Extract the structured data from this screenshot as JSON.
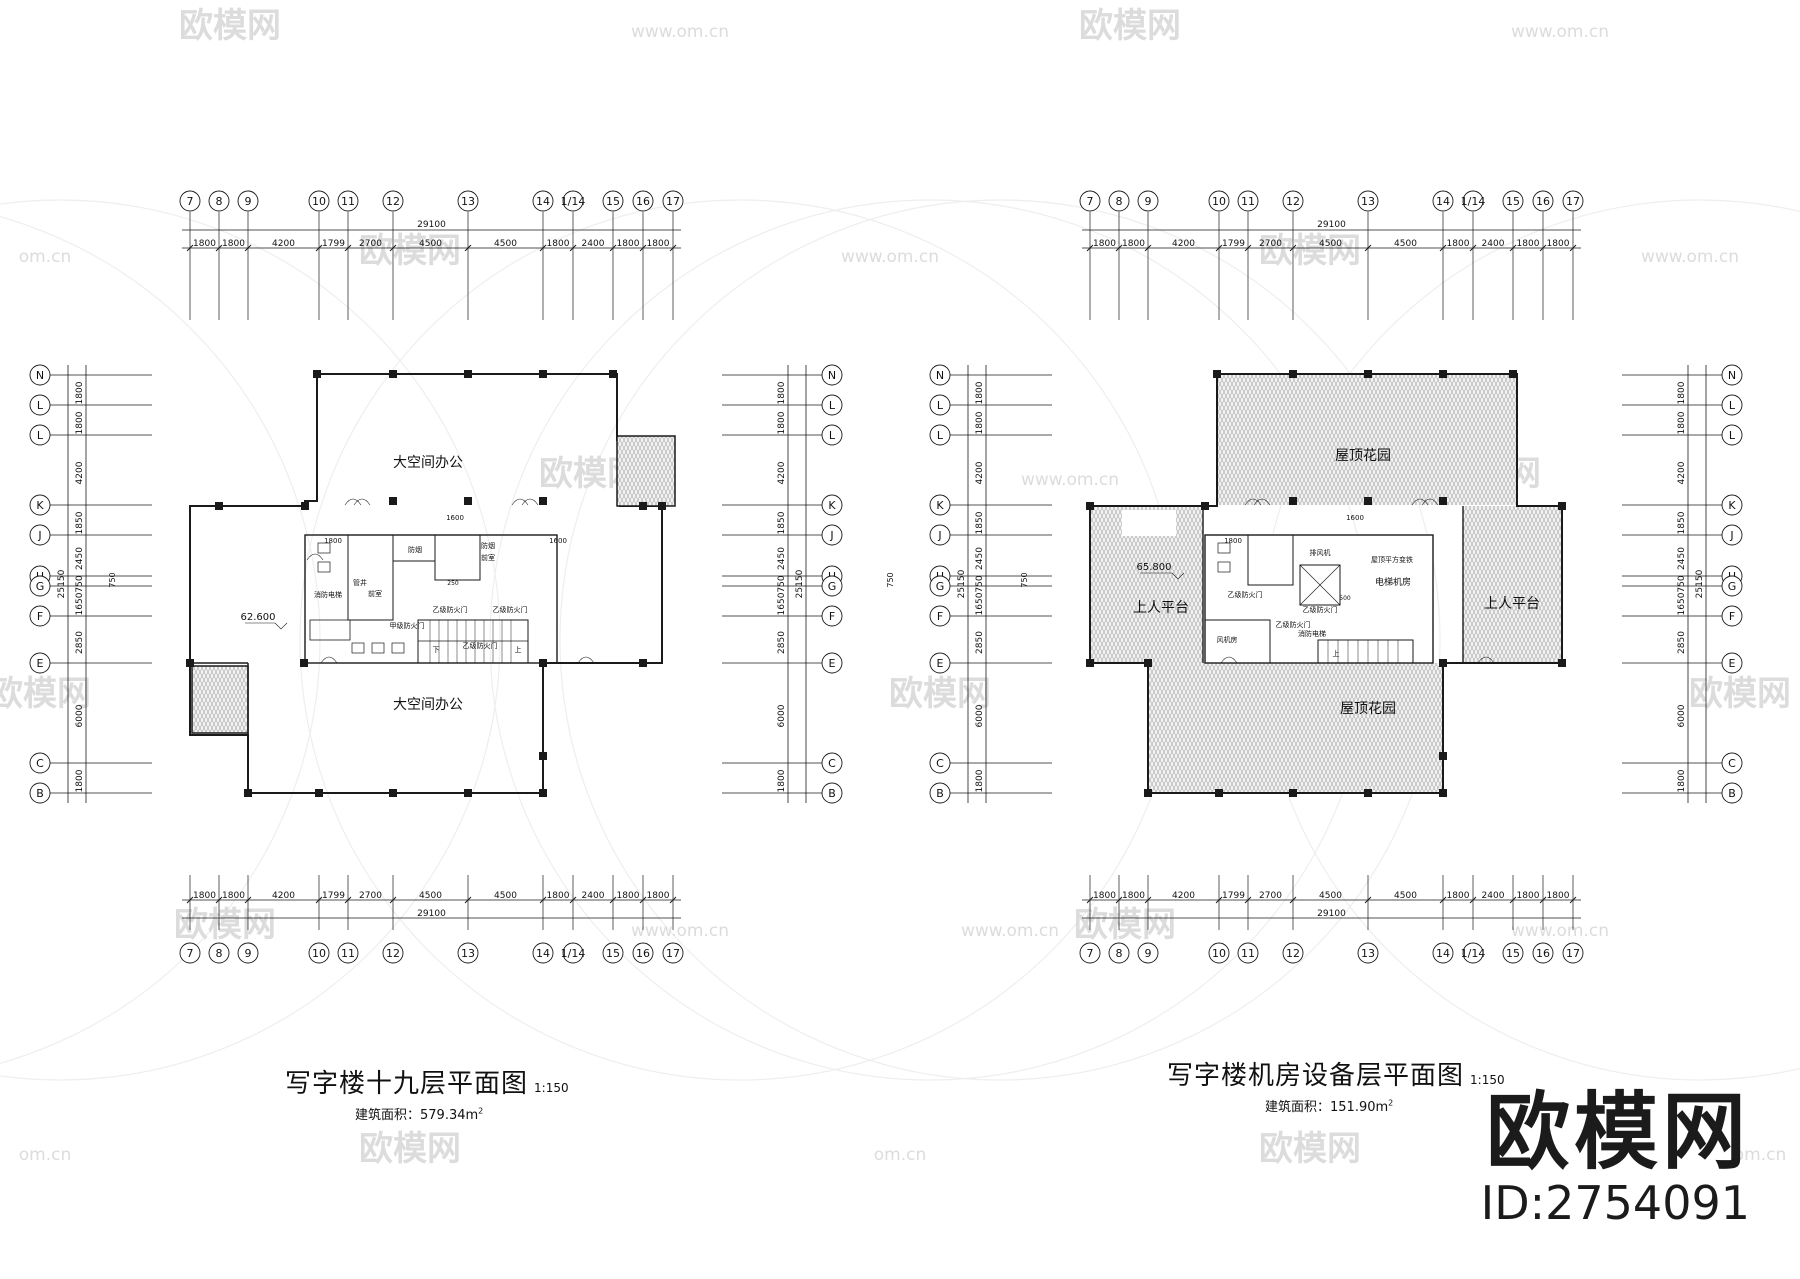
{
  "watermark": {
    "brand": "欧模网",
    "site": "www.om.cn",
    "site_short": "om.cn"
  },
  "brand_block": {
    "name": "欧模网",
    "id_label": "ID:2754091"
  },
  "colors": {
    "line": "#1a1a1a",
    "hatch": "#9a9a9a",
    "watermark": "#dcdcdc"
  },
  "axes": {
    "columns": [
      "7",
      "8",
      "9",
      "10",
      "11",
      "12",
      "13",
      "14",
      "1/14",
      "15",
      "16",
      "17"
    ],
    "column_dims": [
      "1800",
      "1800",
      "4200",
      "1799",
      "2700",
      "4500",
      "4500",
      "1800",
      "2400",
      "1800",
      "1800"
    ],
    "column_total": "29100",
    "rows": [
      "N",
      "L",
      "L",
      "K",
      "J",
      "H",
      "G",
      "F",
      "E",
      "C",
      "B"
    ],
    "row_dims": [
      "1800",
      "1800",
      "4200",
      "1850",
      "2450",
      "750",
      "1650",
      "2850",
      "6000",
      "1800"
    ],
    "row_total": "25150"
  },
  "plans": [
    {
      "title": "写字楼十九层平面图",
      "scale": "1:150",
      "area_label": "建筑面积：579.34m",
      "area_sup": "2",
      "elevation": "62.600",
      "rooms": [
        "大空间办公",
        "大空间办公"
      ],
      "core_labels": [
        "1800",
        "1600",
        "1600",
        "管井",
        "前室",
        "防烟",
        "前室",
        "防烟",
        "消防电梯",
        "乙级防火门",
        "乙级防火门",
        "甲级防火门",
        "乙级防火门",
        "上",
        "下"
      ]
    },
    {
      "title": "写字楼机房设备层平面图",
      "scale": "1:150",
      "area_label": "建筑面积：151.90m",
      "area_sup": "2",
      "elevation": "65.800",
      "rooms": [
        "屋顶花园",
        "屋顶花园",
        "上人平台",
        "上人平台"
      ],
      "core_labels": [
        "1800",
        "1600",
        "电梯机房",
        "屋顶平方变铁",
        "排风机",
        "乙级防火门",
        "乙级防火门",
        "乙级防火门",
        "风机房",
        "消防电梯",
        "上"
      ]
    }
  ]
}
